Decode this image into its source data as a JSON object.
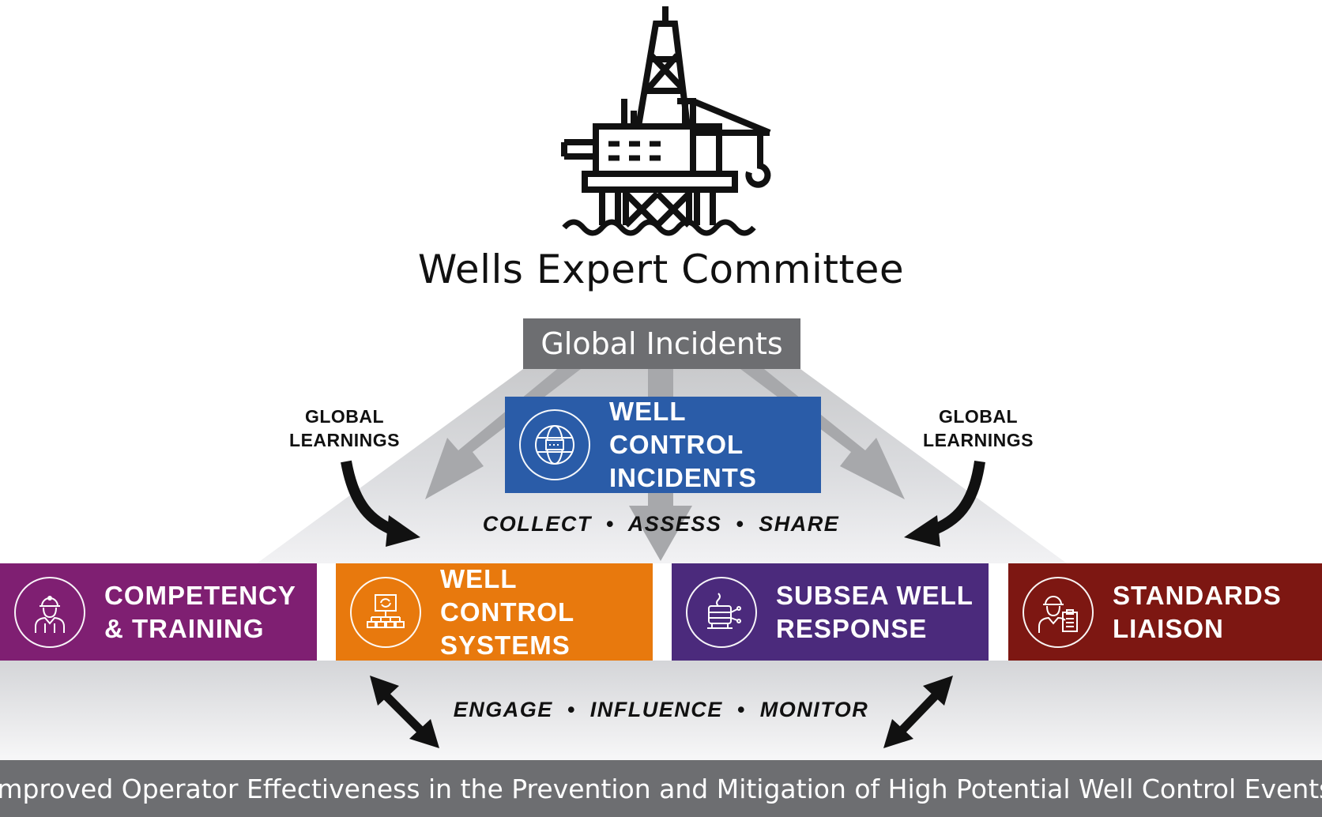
{
  "title": "Wells Expert Committee",
  "global_incidents": "Global Incidents",
  "center_box": {
    "line1": "WELL CONTROL",
    "line2": "INCIDENTS",
    "icon": "globe-server-icon",
    "color": "#2a5ca8"
  },
  "left_label": {
    "line1": "GLOBAL",
    "line2": "LEARNINGS"
  },
  "right_label": {
    "line1": "GLOBAL",
    "line2": "LEARNINGS"
  },
  "collect_line": "COLLECT  •  ASSESS  •  SHARE",
  "engage_line": "ENGAGE  •  INFLUENCE  •  MONITOR",
  "workstreams": [
    {
      "line1": "COMPETENCY",
      "line2": "& TRAINING",
      "icon": "worker-icon",
      "color": "#7f1f72"
    },
    {
      "line1": "WELL CONTROL",
      "line2": "SYSTEMS",
      "icon": "system-hierarchy-icon",
      "color": "#e8790d"
    },
    {
      "line1": "SUBSEA WELL",
      "line2": "RESPONSE",
      "icon": "subsea-equipment-icon",
      "color": "#4b2a7c"
    },
    {
      "line1": "STANDARDS",
      "line2": "LIAISON",
      "icon": "engineer-clipboard-icon",
      "color": "#7d1712"
    }
  ],
  "bottom_banner": "Improved Operator Effectiveness in the Prevention and Mitigation of High Potential Well Control Events"
}
